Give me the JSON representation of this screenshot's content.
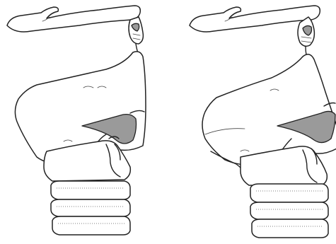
{
  "figure": {
    "panels": [
      {
        "id": "left",
        "state": "resting"
      },
      {
        "id": "right",
        "state": "tilted"
      }
    ],
    "colors": {
      "line": "#222222",
      "shading": "#9a9a9a",
      "background": "#ffffff"
    }
  }
}
